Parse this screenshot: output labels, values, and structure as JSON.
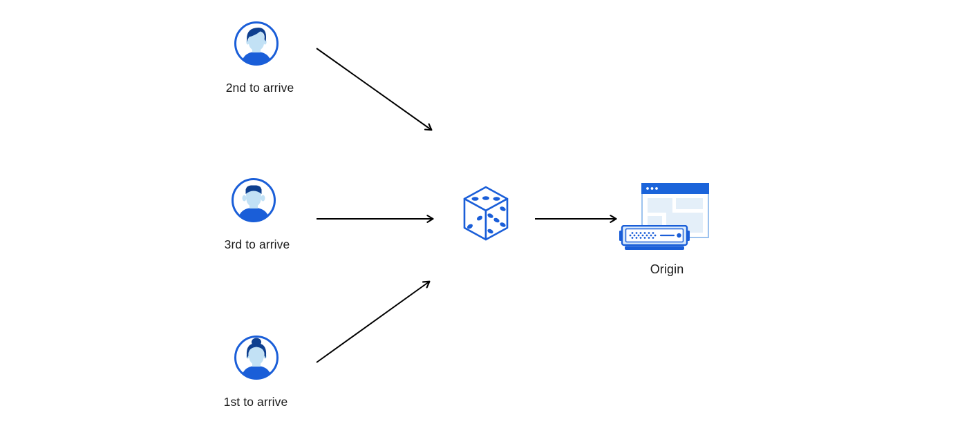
{
  "diagram": {
    "title": "random request steering diagram",
    "background": "#ffffff",
    "nodes": {
      "user_top": {
        "label": "2nd to arrive",
        "icon": "male-avatar-icon"
      },
      "user_middle": {
        "label": "3rd to arrive",
        "icon": "male-avatar-icon"
      },
      "user_bottom": {
        "label": "1st to arrive",
        "icon": "female-avatar-icon"
      },
      "dice": {
        "icon": "dice-icon",
        "pips": {
          "top_face": 3,
          "left_face": 2,
          "right_face": 5
        }
      },
      "origin": {
        "label": "Origin",
        "icon": "origin-server-browser-icon"
      }
    },
    "connections": [
      {
        "from": "user_top",
        "to": "dice"
      },
      {
        "from": "user_middle",
        "to": "dice"
      },
      {
        "from": "user_bottom",
        "to": "dice"
      },
      {
        "from": "dice",
        "to": "origin"
      }
    ],
    "colors": {
      "primary_blue": "#1a5ed8",
      "titlebar_blue": "#1b64da",
      "hair_navy": "#0e3f8f",
      "face_light_blue": "#c2e1f5",
      "panel_light_blue": "#e4eff9",
      "window_border_blue": "#9cc2ee",
      "server_band_blue": "#d9eafc",
      "arrow_black": "#000000",
      "label_text": "#1a1a1a"
    }
  }
}
